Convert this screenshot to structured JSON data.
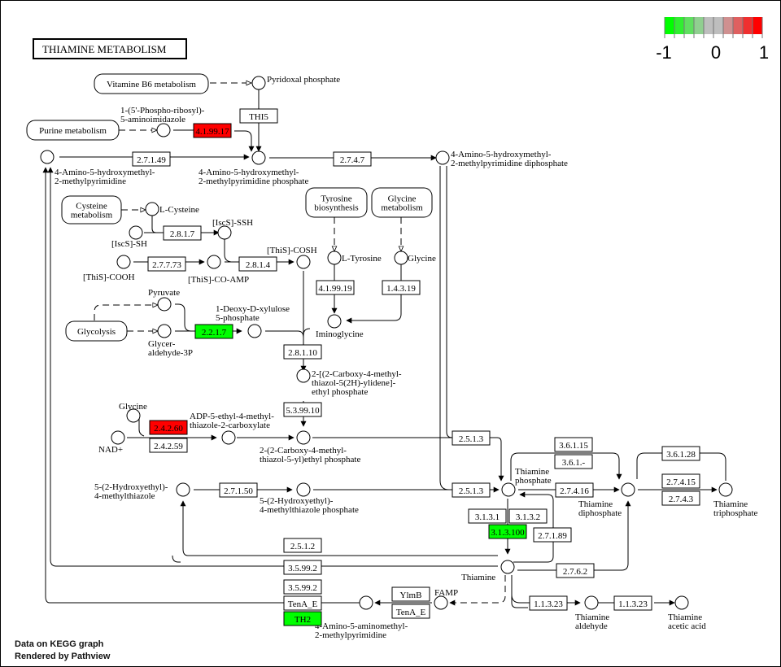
{
  "title": "THIAMINE METABOLISM",
  "legend": {
    "labels": [
      "-1",
      "0",
      "1"
    ],
    "colors": [
      "#00ff00",
      "#30ef30",
      "#60df60",
      "#90cf90",
      "#bebebe",
      "#bebebe",
      "#cf9090",
      "#df6060",
      "#ef3030",
      "#ff0000"
    ]
  },
  "footer": {
    "line1": "Data on KEGG graph",
    "line2": "Rendered by Pathview"
  },
  "colors": {
    "up": "#ff0000",
    "down": "#00ff00",
    "none": "#ffffff"
  },
  "maps": [
    {
      "id": "map-vitb6",
      "lines": [
        "Vitamine B6 metabolism"
      ]
    },
    {
      "id": "map-purine",
      "lines": [
        "Purine metabolism"
      ]
    },
    {
      "id": "map-cysteine",
      "lines": [
        "Cysteine",
        "metabolism"
      ]
    },
    {
      "id": "map-tyrosine",
      "lines": [
        "Tyrosine",
        "biosynthesis"
      ]
    },
    {
      "id": "map-glycine",
      "lines": [
        "Glycine",
        "metabolism"
      ]
    },
    {
      "id": "map-glycolysis",
      "lines": [
        "Glycolysis"
      ]
    }
  ],
  "compounds": [
    {
      "id": "pyridoxal-phosphate",
      "lines": [
        "Pyridoxal phosphate"
      ]
    },
    {
      "id": "air",
      "lines": [
        "1-(5'-Phospho-ribosyl)-",
        "5-aminoimidazole"
      ]
    },
    {
      "id": "hmp",
      "lines": [
        "4-Amino-5-hydroxymethyl-",
        "2-methylpyrimidine"
      ]
    },
    {
      "id": "hmp-p",
      "lines": [
        "4-Amino-5-hydroxymethyl-",
        "2-methylpyrimidine phosphate"
      ]
    },
    {
      "id": "hmp-pp",
      "lines": [
        "4-Amino-5-hydroxymethyl-",
        "2-methylpyrimidine diphosphate"
      ]
    },
    {
      "id": "l-cysteine",
      "lines": [
        "L-Cysteine"
      ]
    },
    {
      "id": "iscs-sh",
      "lines": [
        "[IscS]-SH"
      ]
    },
    {
      "id": "iscs-ssh",
      "lines": [
        "[IscS]-SSH"
      ]
    },
    {
      "id": "this-cooh",
      "lines": [
        "[ThiS]-COOH"
      ]
    },
    {
      "id": "this-co-amp",
      "lines": [
        "[ThiS]-CO-AMP"
      ]
    },
    {
      "id": "this-cosh",
      "lines": [
        "[ThiS]-COSH"
      ]
    },
    {
      "id": "l-tyrosine",
      "lines": [
        "L-Tyrosine"
      ]
    },
    {
      "id": "glycine",
      "lines": [
        "Glycine"
      ]
    },
    {
      "id": "iminoglycine",
      "lines": [
        "Iminoglycine"
      ]
    },
    {
      "id": "pyruvate",
      "lines": [
        "Pyruvate"
      ]
    },
    {
      "id": "gap",
      "lines": [
        "Glycer-",
        "aldehyde-3P"
      ]
    },
    {
      "id": "dxp",
      "lines": [
        "1-Deoxy-D-xylulose",
        "5-phosphate"
      ]
    },
    {
      "id": "cmtz-ylidene",
      "lines": [
        "2-[(2-Carboxy-4-methyl-",
        "thiazol-5(2H)-ylidene]-",
        "ethyl phosphate"
      ]
    },
    {
      "id": "glycine-2",
      "lines": [
        "Glycine"
      ]
    },
    {
      "id": "nad",
      "lines": [
        "NAD+"
      ]
    },
    {
      "id": "adp-thiazole",
      "lines": [
        "ADP-5-ethyl-4-methyl-",
        "thiazole-2-carboxylate"
      ]
    },
    {
      "id": "cmtz-p",
      "lines": [
        "2-(2-Carboxy-4-methyl-",
        "thiazol-5-yl)ethyl phosphate"
      ]
    },
    {
      "id": "hmt",
      "lines": [
        "5-(2-Hydroxyethyl)-",
        "4-methylthiazole"
      ]
    },
    {
      "id": "hmt-p",
      "lines": [
        "5-(2-Hydroxyethyl)-",
        "4-methylthiazole phosphate"
      ]
    },
    {
      "id": "thiamine-phosphate",
      "lines": [
        "Thiamine",
        "phosphate"
      ]
    },
    {
      "id": "thiamine-diphosphate",
      "lines": [
        "Thiamine",
        "diphosphate"
      ]
    },
    {
      "id": "thiamine-triphosphate",
      "lines": [
        "Thiamine",
        "triphosphate"
      ]
    },
    {
      "id": "thiamine",
      "lines": [
        "Thiamine"
      ]
    },
    {
      "id": "famp",
      "lines": [
        "FAMP"
      ]
    },
    {
      "id": "amp-pyrimidine",
      "lines": [
        "4-Amino-5-aminomethyl-",
        "2-methylpyrimidine"
      ]
    },
    {
      "id": "thiamine-aldehyde",
      "lines": [
        "Thiamine",
        "aldehyde"
      ]
    },
    {
      "id": "thiamine-acetic-acid",
      "lines": [
        "Thiamine",
        "acetic acid"
      ]
    }
  ],
  "enzymes": [
    {
      "id": "thi5",
      "label": "THI5",
      "status": "none"
    },
    {
      "id": "e-4.1.99.17",
      "label": "4.1.99.17",
      "status": "up"
    },
    {
      "id": "e-2.7.1.49",
      "label": "2.7.1.49",
      "status": "none"
    },
    {
      "id": "e-2.7.4.7",
      "label": "2.7.4.7",
      "status": "none"
    },
    {
      "id": "e-2.8.1.7",
      "label": "2.8.1.7",
      "status": "none"
    },
    {
      "id": "e-2.7.7.73",
      "label": "2.7.7.73",
      "status": "none"
    },
    {
      "id": "e-2.8.1.4",
      "label": "2.8.1.4",
      "status": "none"
    },
    {
      "id": "e-4.1.99.19",
      "label": "4.1.99.19",
      "status": "none"
    },
    {
      "id": "e-1.4.3.19",
      "label": "1.4.3.19",
      "status": "none"
    },
    {
      "id": "e-2.2.1.7",
      "label": "2.2.1.7",
      "status": "down"
    },
    {
      "id": "e-2.8.1.10",
      "label": "2.8.1.10",
      "status": "none"
    },
    {
      "id": "e-5.3.99.10",
      "label": "5.3.99.10",
      "status": "none"
    },
    {
      "id": "e-2.4.2.60",
      "label": "2.4.2.60",
      "status": "up"
    },
    {
      "id": "e-2.4.2.59",
      "label": "2.4.2.59",
      "status": "none"
    },
    {
      "id": "e-2.5.1.3-a",
      "label": "2.5.1.3",
      "status": "none"
    },
    {
      "id": "e-2.5.1.3-b",
      "label": "2.5.1.3",
      "status": "none"
    },
    {
      "id": "e-2.7.1.50",
      "label": "2.7.1.50",
      "status": "none"
    },
    {
      "id": "e-3.6.1.15",
      "label": "3.6.1.15",
      "status": "none"
    },
    {
      "id": "e-3.6.1.-",
      "label": "3.6.1.-",
      "status": "none"
    },
    {
      "id": "e-3.6.1.28",
      "label": "3.6.1.28",
      "status": "none"
    },
    {
      "id": "e-2.7.4.16",
      "label": "2.7.4.16",
      "status": "none"
    },
    {
      "id": "e-2.7.4.15",
      "label": "2.7.4.15",
      "status": "none"
    },
    {
      "id": "e-2.7.4.3",
      "label": "2.7.4.3",
      "status": "none"
    },
    {
      "id": "e-3.1.3.1",
      "label": "3.1.3.1",
      "status": "none"
    },
    {
      "id": "e-3.1.3.2",
      "label": "3.1.3.2",
      "status": "none"
    },
    {
      "id": "e-3.1.3.100",
      "label": "3.1.3.100",
      "status": "down"
    },
    {
      "id": "e-2.7.1.89",
      "label": "2.7.1.89",
      "status": "none"
    },
    {
      "id": "e-2.7.6.2",
      "label": "2.7.6.2",
      "status": "none"
    },
    {
      "id": "e-2.5.1.2",
      "label": "2.5.1.2",
      "status": "none"
    },
    {
      "id": "e-3.5.99.2-a",
      "label": "3.5.99.2",
      "status": "none"
    },
    {
      "id": "e-3.5.99.2-b",
      "label": "3.5.99.2",
      "status": "none"
    },
    {
      "id": "tena-e-1",
      "label": "TenA_E",
      "status": "none"
    },
    {
      "id": "th2",
      "label": "TH2",
      "status": "down"
    },
    {
      "id": "ylmb",
      "label": "YlmB",
      "status": "none"
    },
    {
      "id": "tena-e-2",
      "label": "TenA_E",
      "status": "none"
    },
    {
      "id": "e-1.1.3.23-a",
      "label": "1.1.3.23",
      "status": "none"
    },
    {
      "id": "e-1.1.3.23-b",
      "label": "1.1.3.23",
      "status": "none"
    }
  ]
}
